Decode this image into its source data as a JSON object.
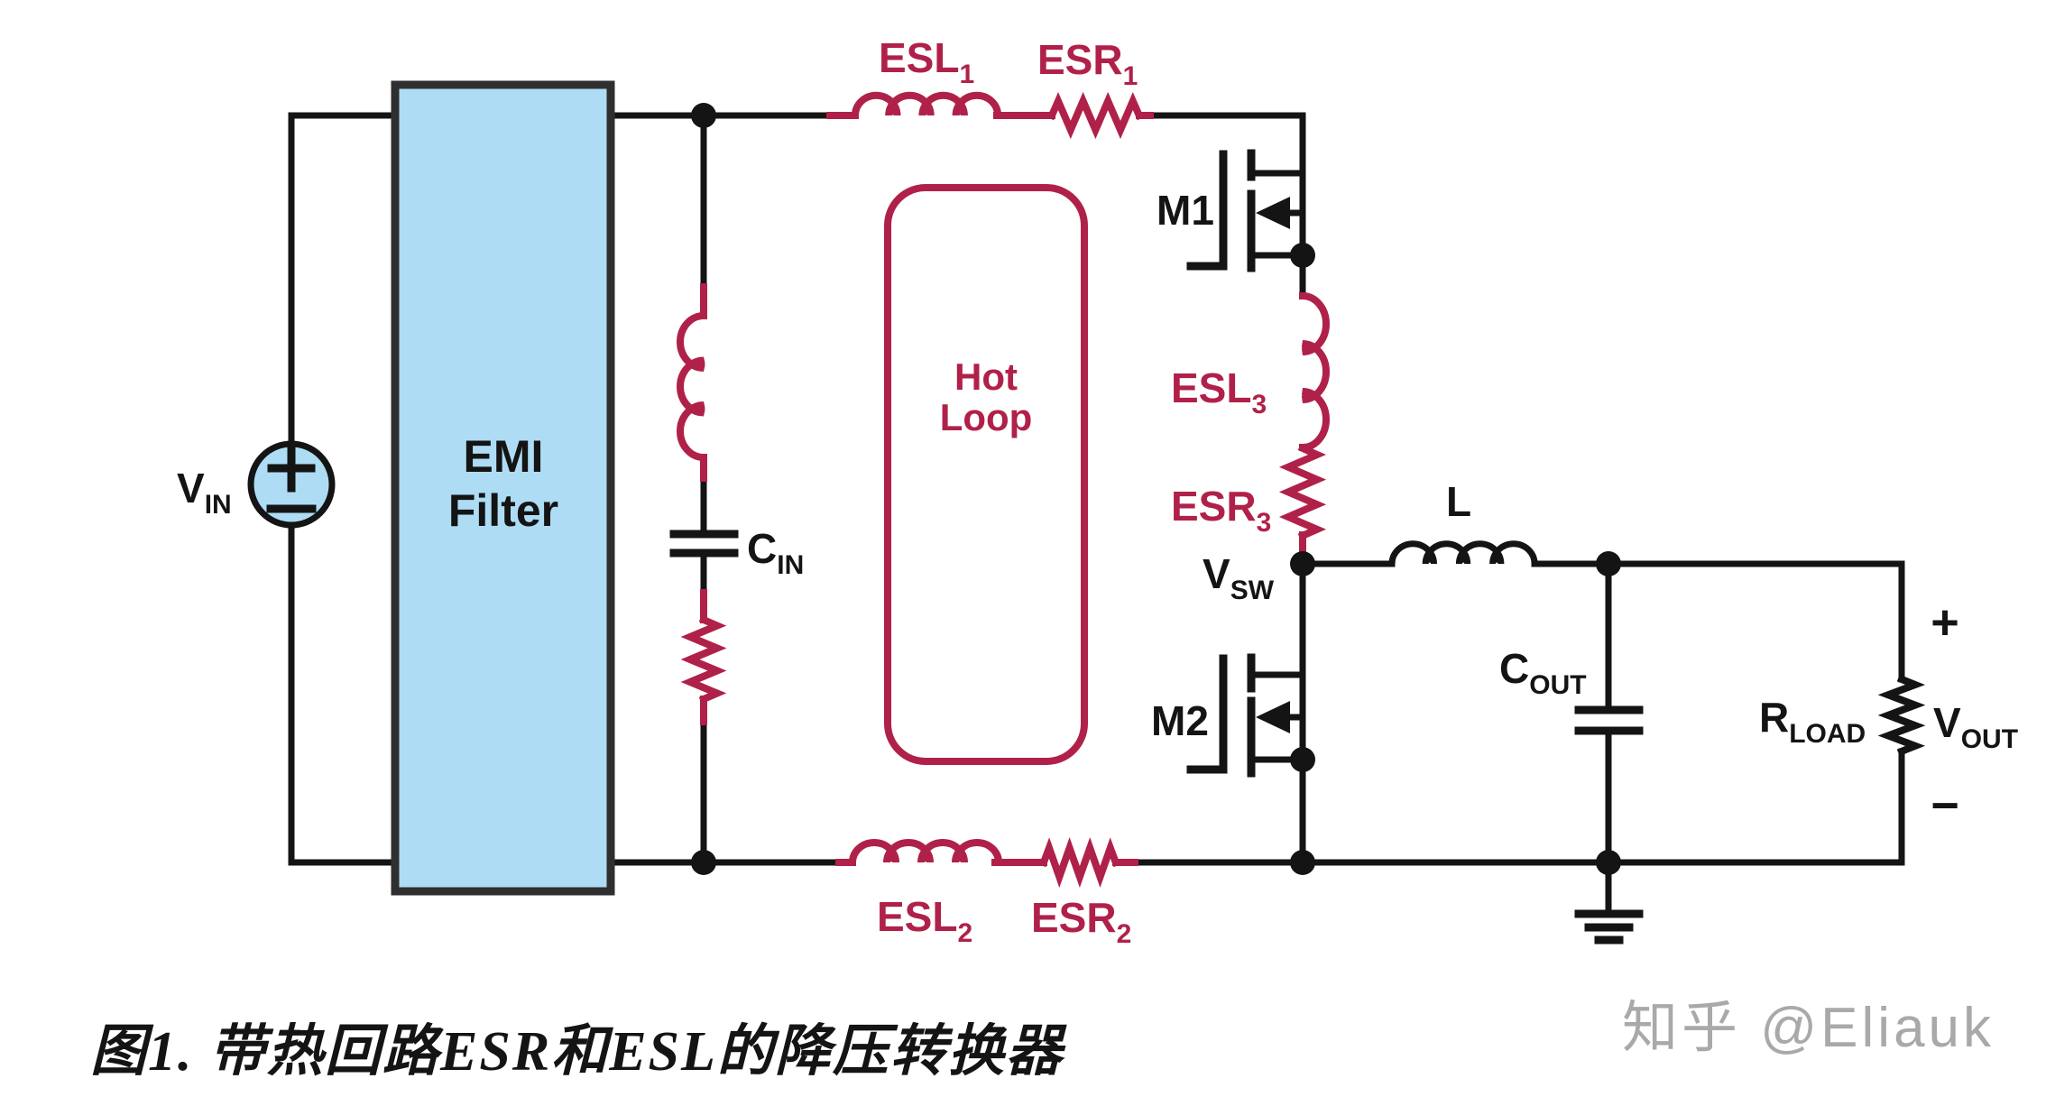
{
  "colors": {
    "accent": "#B02149",
    "wire": "#141414",
    "component_fill": "#AEDCF4",
    "box_border": "#2F2F2F",
    "ink": "#141414",
    "watermark_gray": "#A9A9A9",
    "background": "#FFFFFF"
  },
  "schematic": {
    "source": {
      "label_main": "V",
      "label_sub": "IN"
    },
    "emi_filter": {
      "line1": "EMI",
      "line2": "Filter"
    },
    "input_cap": {
      "label_main": "C",
      "label_sub": "IN"
    },
    "esl1": {
      "label_main": "ESL",
      "label_sub": "1"
    },
    "esr1": {
      "label_main": "ESR",
      "label_sub": "1"
    },
    "esl2": {
      "label_main": "ESL",
      "label_sub": "2"
    },
    "esr2": {
      "label_main": "ESR",
      "label_sub": "2"
    },
    "esl3": {
      "label_main": "ESL",
      "label_sub": "3"
    },
    "esr3": {
      "label_main": "ESR",
      "label_sub": "3"
    },
    "hot_loop": {
      "line1": "Hot",
      "line2": "Loop"
    },
    "m1": {
      "label": "M1"
    },
    "m2": {
      "label": "M2"
    },
    "switch_node": {
      "label_main": "V",
      "label_sub": "SW"
    },
    "inductor": {
      "label": "L"
    },
    "output_cap": {
      "label_main": "C",
      "label_sub": "OUT"
    },
    "load": {
      "label_main": "R",
      "label_sub": "LOAD"
    },
    "output": {
      "label_main": "V",
      "label_sub": "OUT",
      "plus": "+",
      "minus": "−"
    }
  },
  "caption": "图1. 带热回路ESR和ESL的降压转换器",
  "watermark": "知乎 @Eliauk"
}
